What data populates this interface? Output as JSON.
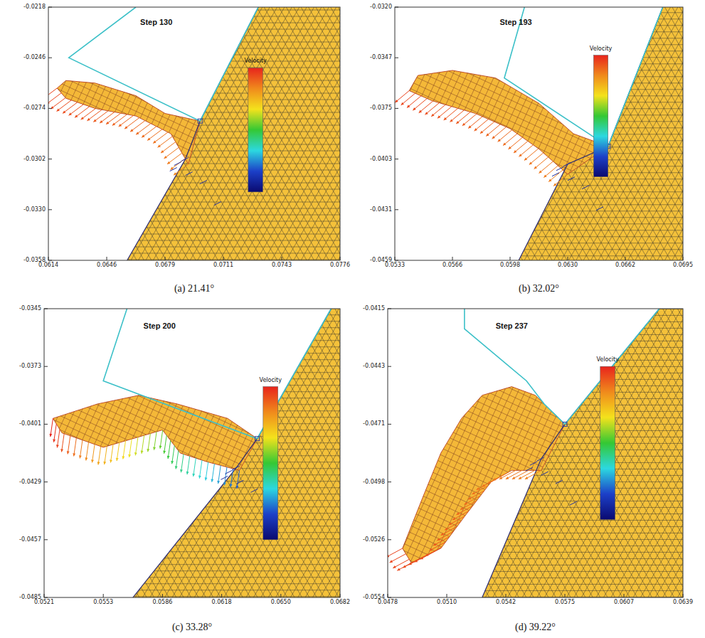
{
  "diagram": {
    "labels": [
      "Step 130",
      "Velocity",
      "-0.0218",
      "-0.0246",
      "-0.0274",
      "-0.0302",
      "-0.0330",
      "-0.0358",
      "0.0614",
      "0.0646",
      "0.0679",
      "0.0711",
      "0.0743",
      "0.0776",
      "(a)  21.41°",
      "Step 193",
      "Velocity",
      "-0.0320",
      "-0.0347",
      "-0.0375",
      "-0.0403",
      "-0.0431",
      "-0.0459",
      "0.0533",
      "0.0566",
      "0.0598",
      "0.0630",
      "0.0662",
      "0.0695",
      "(b)  32.02°",
      "Step 200",
      "Velocity",
      "-0.0345",
      "-0.0373",
      "-0.0401",
      "-0.0429",
      "-0.0457",
      "-0.0485",
      "0.0521",
      "0.0553",
      "0.0586",
      "0.0618",
      "0.0650",
      "0.0682",
      "(c)  33.28°",
      "Step 237",
      "Velocity",
      "-0.0415",
      "-0.0443",
      "-0.0471",
      "-0.0498",
      "-0.0526",
      "-0.0554",
      "0.0478",
      "0.0510",
      "0.0542",
      "0.0575",
      "0.0607",
      "0.0639",
      "(d)  39.22°"
    ]
  }
}
